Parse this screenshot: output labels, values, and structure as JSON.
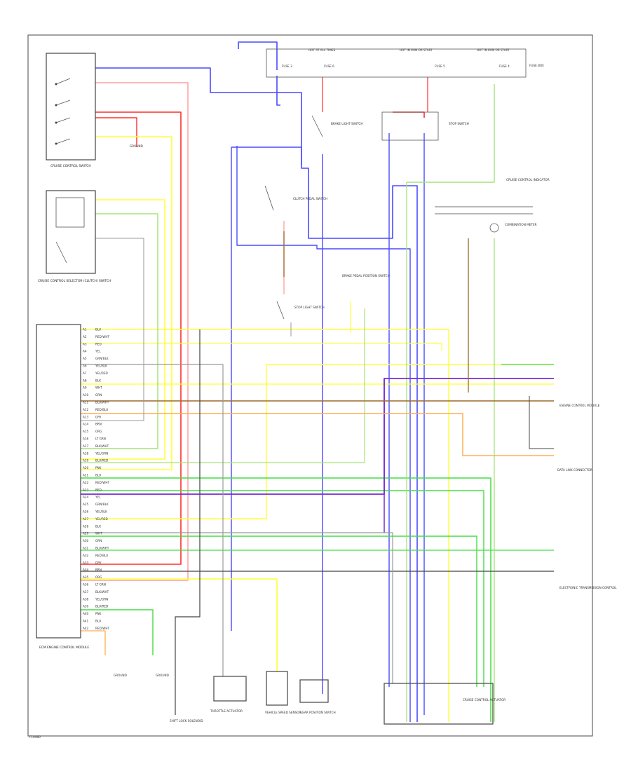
{
  "diagram": {
    "figure_code": "F10480",
    "colors": {
      "red": "#ff2d2d",
      "pink": "#ff9d9d",
      "blue": "#4a4aff",
      "yellow": "#ffff33",
      "green": "#44dd44",
      "lightgreen": "#a6e27a",
      "gray": "#999999",
      "dark": "#444444",
      "orange": "#ffad54",
      "purple": "#7a2ad8",
      "brown": "#9a6a2a"
    },
    "power_labels": [
      "HOT AT ALL TIMES",
      "HOT IN RUN OR START",
      "HOT IN RUN OR START",
      "FUSE BOX"
    ],
    "fuse_labels": [
      "FUSE 3",
      "FUSE 6",
      "FUSE 5",
      "FUSE 4"
    ],
    "components": {
      "cruise_switch": "CRUISE CONTROL SWITCH",
      "brake_switch": "BRAKE LIGHT SWITCH",
      "clutch_switch": "CLUTCH PEDAL SWITCH",
      "stop_lamp_switch": "STOP LIGHT SWITCH",
      "stop_switch_2": "STOP SWITCH",
      "brake_pedal_switch": "BRAKE PEDAL POSITION SWITCH",
      "cruise_relay": "CRUISE CONTROL SELECTOR (CLUTCH) SWITCH",
      "ecm": "ECM ENGINE CONTROL MODULE",
      "output_speed_sensor": "VEHICLE SPEED SENSOR",
      "shift_lock": "SHIFT LOCK SOLENOID",
      "eutr": "ELECTRONIC TRANSMISSION CONTROL",
      "diagnostic": "DATA LINK CONNECTOR",
      "throttle_actuator": "THROTTLE ACTUATOR",
      "cruise_actuator": "CRUISE CONTROL ACTUATOR",
      "gear_position": "GEAR POSITION SWITCH",
      "indicator": "CRUISE CONTROL INDICATOR",
      "combination_meter": "COMBINATION METER",
      "ecm_side": "ENGINE CONTROL MODULE",
      "ground_1": "GROUND",
      "ground_2": "GROUND",
      "ground_3": "GROUND"
    },
    "wire_codes": [
      "BLU",
      "RED/WHT",
      "RED",
      "YEL",
      "GRN/BLK",
      "YEL/BLK",
      "YEL/RED",
      "BLK",
      "WHT",
      "GRN",
      "BLU/WHT",
      "RED/BLU",
      "GRY",
      "BRN",
      "ORG",
      "LT GRN",
      "BLK/WHT",
      "YEL/GRN",
      "BLU/RED",
      "PNK"
    ],
    "pin_labels": [
      "A1",
      "A2",
      "A3",
      "A4",
      "A5",
      "A6",
      "A7",
      "A8",
      "A9",
      "A10",
      "A11",
      "A12",
      "A13",
      "A14",
      "A15",
      "A16",
      "A17",
      "A18",
      "A19",
      "A20",
      "A21",
      "A22",
      "A23",
      "A24",
      "A25",
      "A26",
      "A27",
      "A28",
      "A29",
      "A30",
      "A31",
      "A32",
      "A33",
      "A34",
      "A35",
      "A36",
      "A37",
      "A38",
      "A39",
      "A40",
      "A41",
      "A42"
    ]
  }
}
